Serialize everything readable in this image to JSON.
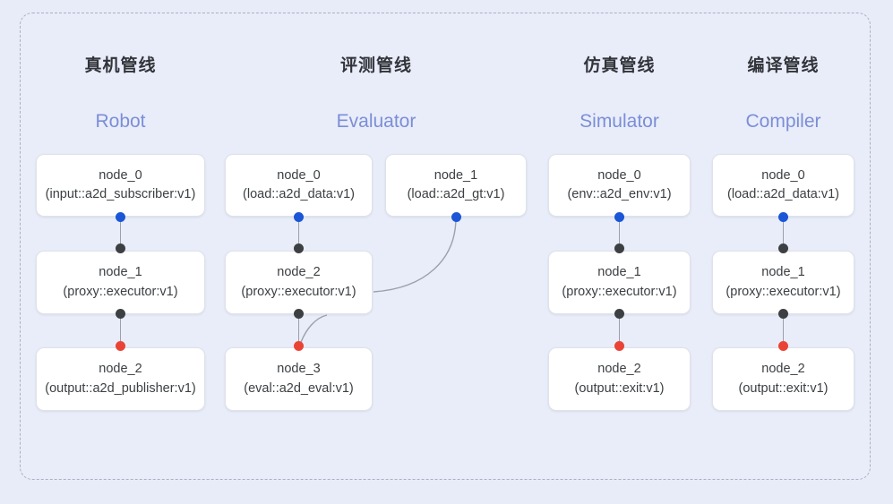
{
  "frame": {
    "border_style": "dashed",
    "border_color": "#a8b0c4",
    "background": "#e9edf9"
  },
  "page_background": "#e7ecf8",
  "colors": {
    "title_cn": "#32343a",
    "title_en": "#7b8ed6",
    "node_text": "#3c4043",
    "node_bg": "#ffffff",
    "node_border": "#dfe2e9",
    "dot_input": "#1a56d6",
    "dot_mid": "#3c4043",
    "dot_output": "#ea4335",
    "link": "#9aa0ac"
  },
  "columns": [
    {
      "id": "robot",
      "title_cn": "真机管线",
      "title_en": "Robot",
      "nodes": [
        {
          "id": "node_0",
          "type": "(input::a2d_subscriber:v1)",
          "row": 1,
          "slot": 0
        },
        {
          "id": "node_1",
          "type": "(proxy::executor:v1)",
          "row": 2,
          "slot": 0
        },
        {
          "id": "node_2",
          "type": "(output::a2d_publisher:v1)",
          "row": 3,
          "slot": 0
        }
      ]
    },
    {
      "id": "evaluator",
      "title_cn": "评测管线",
      "title_en": "Evaluator",
      "nodes": [
        {
          "id": "node_0",
          "type": "(load::a2d_data:v1)",
          "row": 1,
          "slot": 0
        },
        {
          "id": "node_1",
          "type": "(load::a2d_gt:v1)",
          "row": 1,
          "slot": 1
        },
        {
          "id": "node_2",
          "type": "(proxy::executor:v1)",
          "row": 2,
          "slot": 0
        },
        {
          "id": "node_3",
          "type": "(eval::a2d_eval:v1)",
          "row": 3,
          "slot": 0
        }
      ]
    },
    {
      "id": "simulator",
      "title_cn": "仿真管线",
      "title_en": "Simulator",
      "nodes": [
        {
          "id": "node_0",
          "type": "(env::a2d_env:v1)",
          "row": 1,
          "slot": 0
        },
        {
          "id": "node_1",
          "type": "(proxy::executor:v1)",
          "row": 2,
          "slot": 0
        },
        {
          "id": "node_2",
          "type": "(output::exit:v1)",
          "row": 3,
          "slot": 0
        }
      ]
    },
    {
      "id": "compiler",
      "title_cn": "编译管线",
      "title_en": "Compiler",
      "nodes": [
        {
          "id": "node_0",
          "type": "(load::a2d_data:v1)",
          "row": 1,
          "slot": 0
        },
        {
          "id": "node_1",
          "type": "(proxy::executor:v1)",
          "row": 2,
          "slot": 0
        },
        {
          "id": "node_2",
          "type": "(output::exit:v1)",
          "row": 3,
          "slot": 0
        }
      ]
    }
  ]
}
